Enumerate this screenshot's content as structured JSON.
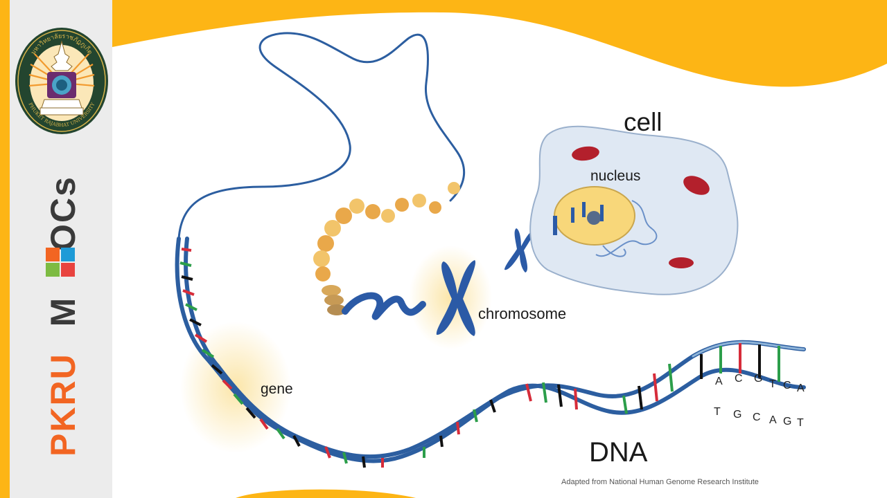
{
  "labels": {
    "cell": "cell",
    "nucleus": "nucleus",
    "chromosome": "chromosome",
    "gene": "gene",
    "dna": "DNA"
  },
  "credit": "Adapted from National Human Genome Research Institute",
  "sidebar": {
    "logo_text_top": "มหาวิทยาลัยราชภัฏภูเก็ต",
    "logo_text_bottom": "PHUKET RAJABHAT UNIVERSITY",
    "brand_pkru": "PKRU",
    "brand_m": "M",
    "brand_ocs": "OCs"
  },
  "colors": {
    "accent": "#fdb515",
    "sidebar_bg": "#ececec",
    "pkru": "#f26522",
    "moocs_dark": "#3a3a3a",
    "moocs_blue": "#1e9bd7",
    "dna_blue": "#1f5fa8",
    "cell_fill": "#dfe8f3",
    "nucleus_fill": "#f8d77a",
    "mito": "#b3202c"
  },
  "dna_sequence": {
    "top": [
      "A",
      "C",
      "G",
      "T",
      "C",
      "A"
    ],
    "bottom": [
      "T",
      "G",
      "C",
      "A",
      "G",
      "T"
    ]
  }
}
